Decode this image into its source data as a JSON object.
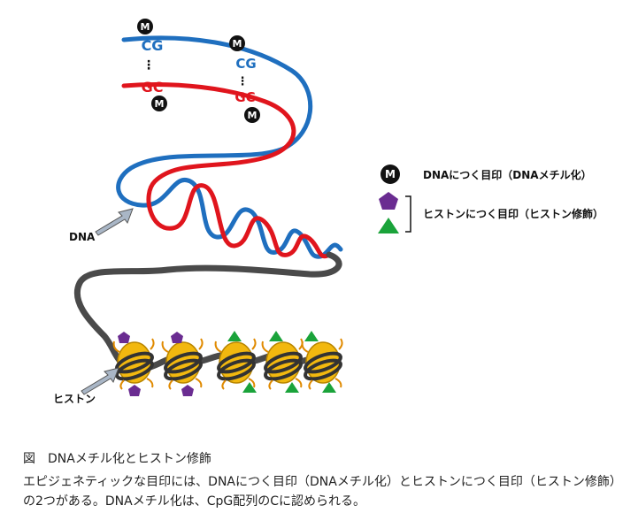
{
  "diagram": {
    "methyl_mark": "M",
    "cpg_pairs": [
      {
        "top": "CG",
        "bottom": "GC"
      },
      {
        "top": "CG",
        "bottom": "GC"
      }
    ],
    "labels": {
      "dna": "DNA",
      "histone": "ヒストン"
    },
    "legend": {
      "dna_methylation": "DNAにつく目印（DNAメチル化）",
      "histone_modification": "ヒストンにつく目印（ヒストン修飾）"
    },
    "colors": {
      "strand_blue": "#1f6fbf",
      "strand_red": "#e0151d",
      "chromatin_gray": "#4a4a4a",
      "nucleosome_yellow": "#f2b80f",
      "tail_orange": "#e08a00",
      "pentagon_purple": "#6a2c91",
      "triangle_green": "#1aa33a",
      "arrow_gray": "#a9b6c6"
    }
  },
  "caption": {
    "title": "図　DNAメチル化とヒストン修飾",
    "body": "エピジェネティックな目印には、DNAにつく目印（DNAメチル化）とヒストンにつく目印（ヒストン修飾）の2つがある。DNAメチル化は、CpG配列のCに認められる。"
  }
}
